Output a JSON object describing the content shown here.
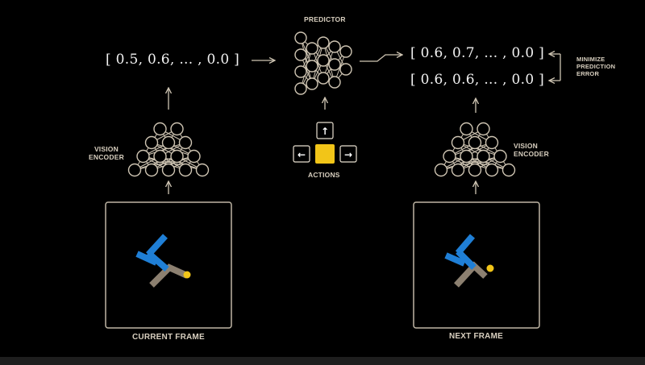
{
  "labels": {
    "predictor": "PREDICTOR",
    "vision_encoder_left_1": "VISION",
    "vision_encoder_left_2": "ENCODER",
    "vision_encoder_right_1": "VISION",
    "vision_encoder_right_2": "ENCODER",
    "actions": "ACTIONS",
    "current_frame": "CURRENT FRAME",
    "next_frame": "NEXT FRAME",
    "minimize_1": "MINIMIZE",
    "minimize_2": "PREDICTION",
    "minimize_3": "ERROR"
  },
  "vectors": {
    "current_embedding": "[ 0.5, 0.6, ... , 0.0 ]",
    "predicted_embedding": "[ 0.6, 0.7, ... , 0.0 ]",
    "next_embedding": "[ 0.6, 0.6, ... , 0.0 ]"
  },
  "action_keys": {
    "up": "↑",
    "left": "←",
    "right": "→"
  },
  "colors": {
    "background": "#000000",
    "network_stroke": "#cfc5b3",
    "frame_border": "#bfb6a5",
    "action_highlight": "#f2c518",
    "robot_arm_blue": "#1f7fd6",
    "robot_arm_gray": "#8c8070",
    "target_ball": "#f2c518"
  }
}
